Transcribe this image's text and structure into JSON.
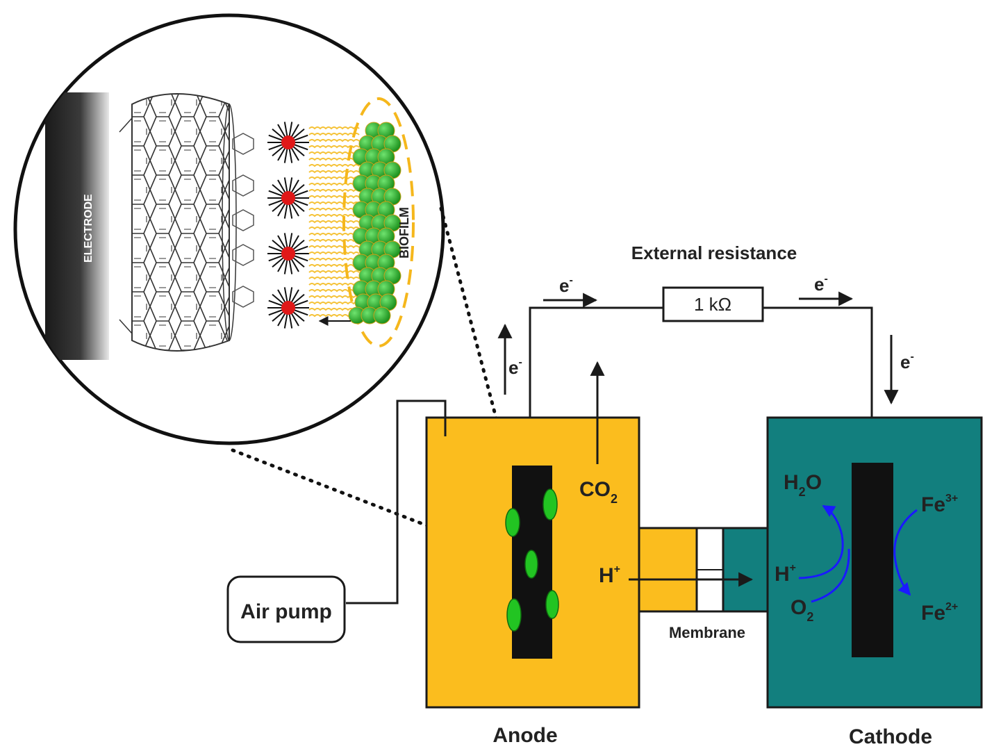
{
  "labels": {
    "external_resistance": "External resistance",
    "resistor_value": "1 kΩ",
    "electron": "e",
    "electron_charge": "-",
    "co2_base": "CO",
    "co2_sub": "2",
    "proton_base": "H",
    "proton_sup": "+",
    "water_base": "H",
    "water_sub": "2",
    "water_tail": "O",
    "oxygen_base": "O",
    "oxygen_sub": "2",
    "iron": "Fe",
    "fe3_sup": "3+",
    "fe2_sup": "2+",
    "air_pump": "Air pump",
    "membrane": "Membrane",
    "anode": "Anode",
    "cathode": "Cathode",
    "electrode": "ELECTRODE",
    "biofilm": "BIOFILM"
  },
  "colors": {
    "anode_fill": "#fbbd1e",
    "cathode_fill": "#127f7e",
    "electrode_fill": "#111111",
    "bacteria": "#22b422",
    "reaction_arrows": "#1a1aff",
    "red_nanoparticle": "#e01818",
    "linker_yellow": "#f5c236"
  }
}
